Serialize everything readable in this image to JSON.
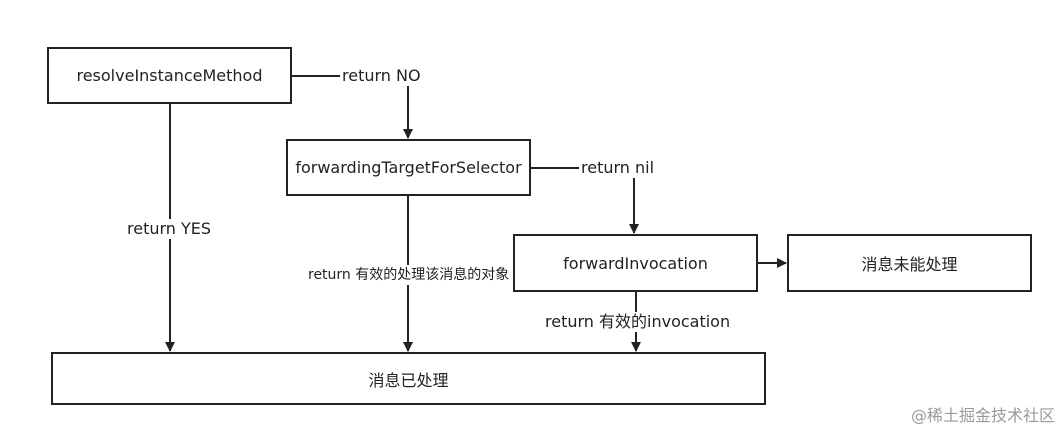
{
  "nodes": {
    "resolve": "resolveInstanceMethod",
    "forwarding_target": "forwardingTargetForSelector",
    "forward_invocation": "forwardInvocation",
    "unhandled": "消息未能处理",
    "handled": "消息已处理"
  },
  "edges": {
    "return_no": "return NO",
    "return_nil": "return nil",
    "return_yes": "return YES",
    "return_valid_object": "return 有效的处理该消息的对象",
    "return_valid_invocation": "return 有效的invocation"
  },
  "watermark": "@稀土掘金技术社区"
}
